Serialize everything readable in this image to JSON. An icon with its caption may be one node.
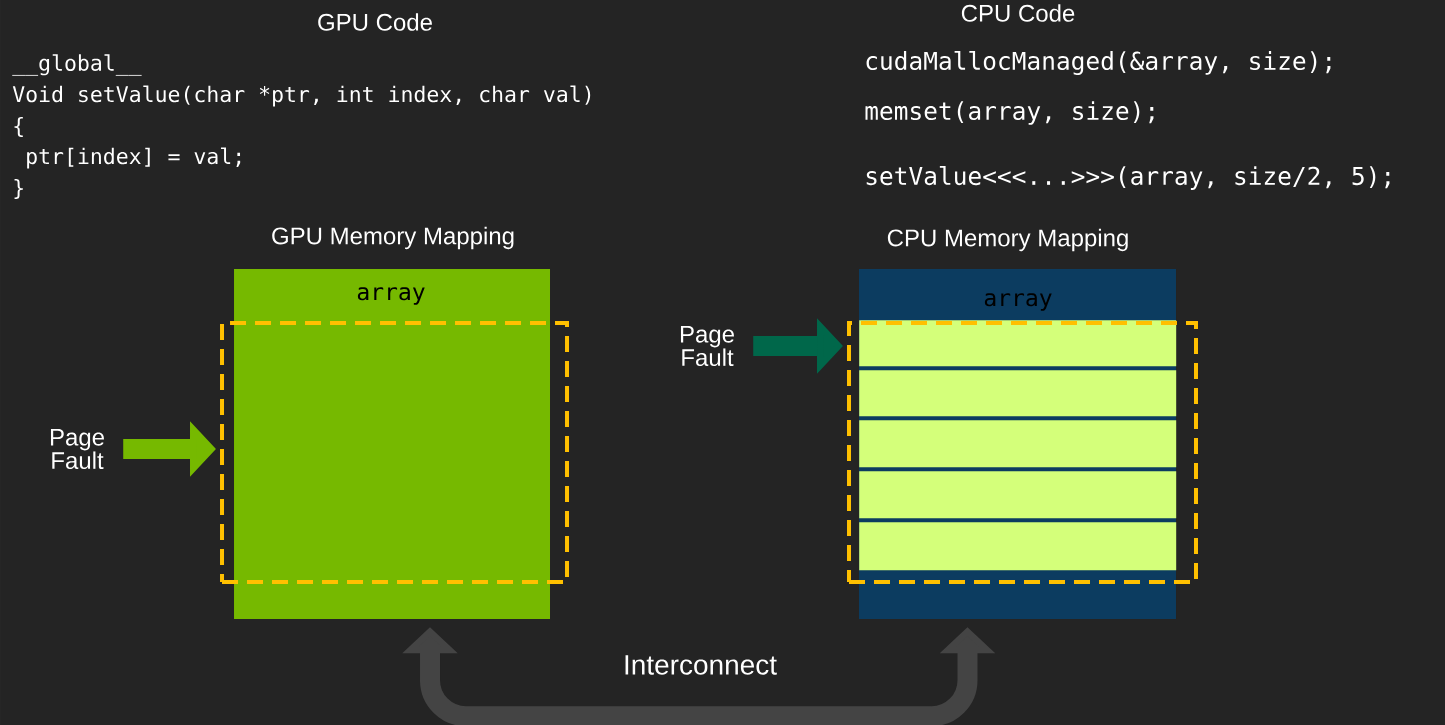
{
  "diagram": {
    "nodes": [
      {
        "text": [
          "GPU Memory Mapping",
          "array"
        ]
      },
      {
        "text": [],
        "shape": "box"
      },
      {
        "text": [
          "CPU Memory Mapping",
          "array"
        ]
      },
      {
        "text": [],
        "shape": "bar",
        "in": 8
      },
      {
        "text": [],
        "shape": "bar",
        "in": 8
      },
      {
        "text": [],
        "shape": "bar",
        "in": 8
      },
      {
        "text": [],
        "shape": "bar",
        "in": 8
      },
      {
        "text": [],
        "shape": "bar",
        "in": 8
      },
      {
        "text": [],
        "shape": "box"
      },
      {
        "text": [
          "Page Fault"
        ]
      },
      {
        "text": [
          "Page Fault"
        ]
      }
    ],
    "edges": [
      {
        "from": 9,
        "to": 1,
        "arrow": "to",
        "color": "#76b900"
      },
      {
        "from": 10,
        "to": 8,
        "arrow": "to",
        "color": "#00674a"
      },
      {
        "from": 0,
        "to": 2,
        "arrow": "both",
        "color": "#444444",
        "label": "Interconnect"
      }
    ],
    "labels": [
      "GPU Code",
      "__global__",
      "Void setValue(char *ptr, int index, char val)",
      "{",
      "  ptr[index] = val;",
      "}",
      "CPU Code",
      "cudaMallocManaged(&array, size);",
      "memset(array, size);",
      "setValue<<<...>>>(array, size/2, 5);"
    ]
  }
}
